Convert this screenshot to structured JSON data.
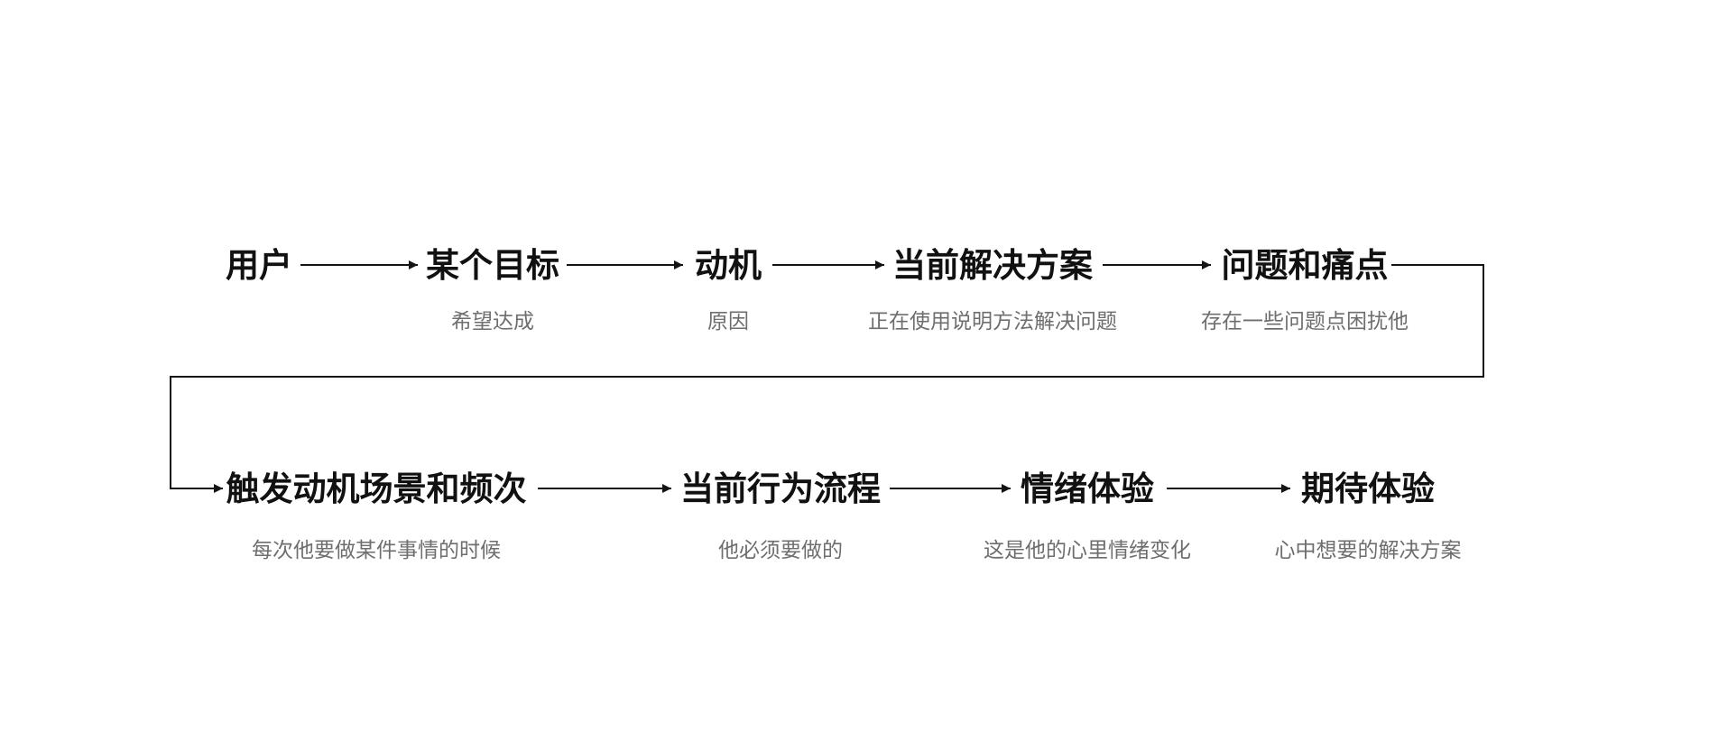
{
  "diagram": {
    "colors": {
      "background": "#ffffff",
      "title": "#111111",
      "subtitle": "#6e6e6e",
      "line": "#141414"
    },
    "row1": [
      {
        "title": "用户",
        "subtitle": ""
      },
      {
        "title": "某个目标",
        "subtitle": "希望达成"
      },
      {
        "title": "动机",
        "subtitle": "原因"
      },
      {
        "title": "当前解决方案",
        "subtitle": "正在使用说明方法解决问题"
      },
      {
        "title": "问题和痛点",
        "subtitle": "存在一些问题点困扰他"
      }
    ],
    "row2": [
      {
        "title": "触发动机场景和频次",
        "subtitle": "每次他要做某件事情的时候"
      },
      {
        "title": "当前行为流程",
        "subtitle": "他必须要做的"
      },
      {
        "title": "情绪体验",
        "subtitle": "这是他的心里情绪变化"
      },
      {
        "title": "期待体验",
        "subtitle": "心中想要的解决方案"
      }
    ]
  }
}
